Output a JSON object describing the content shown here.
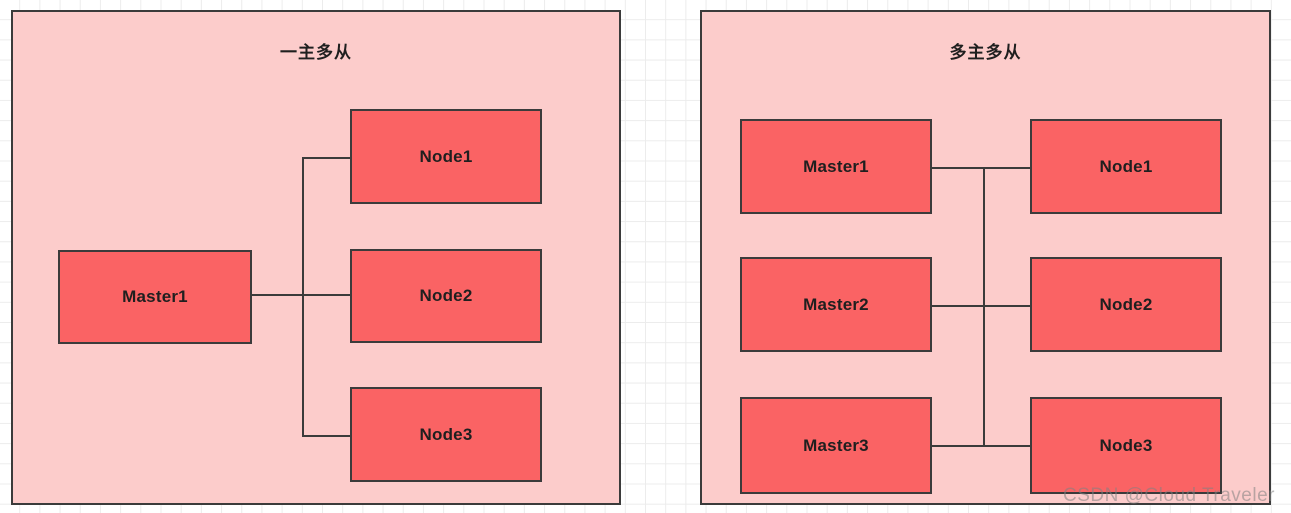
{
  "diagram": {
    "colors": {
      "panel_bg": "#fccccb",
      "node_bg": "#fa6364",
      "stroke": "#3b3b3b",
      "canvas_bg": "#ffffff",
      "grid": "#ececec"
    },
    "panels": [
      {
        "id": "one-master-many-slaves",
        "title": "一主多从",
        "masters": [
          {
            "label": "Master1"
          }
        ],
        "nodes": [
          {
            "label": "Node1"
          },
          {
            "label": "Node2"
          },
          {
            "label": "Node3"
          }
        ]
      },
      {
        "id": "many-masters-many-slaves",
        "title": "多主多从",
        "masters": [
          {
            "label": "Master1"
          },
          {
            "label": "Master2"
          },
          {
            "label": "Master3"
          }
        ],
        "nodes": [
          {
            "label": "Node1"
          },
          {
            "label": "Node2"
          },
          {
            "label": "Node3"
          }
        ]
      }
    ]
  },
  "watermark": {
    "text": "CSDN @Cloud Traveler"
  }
}
